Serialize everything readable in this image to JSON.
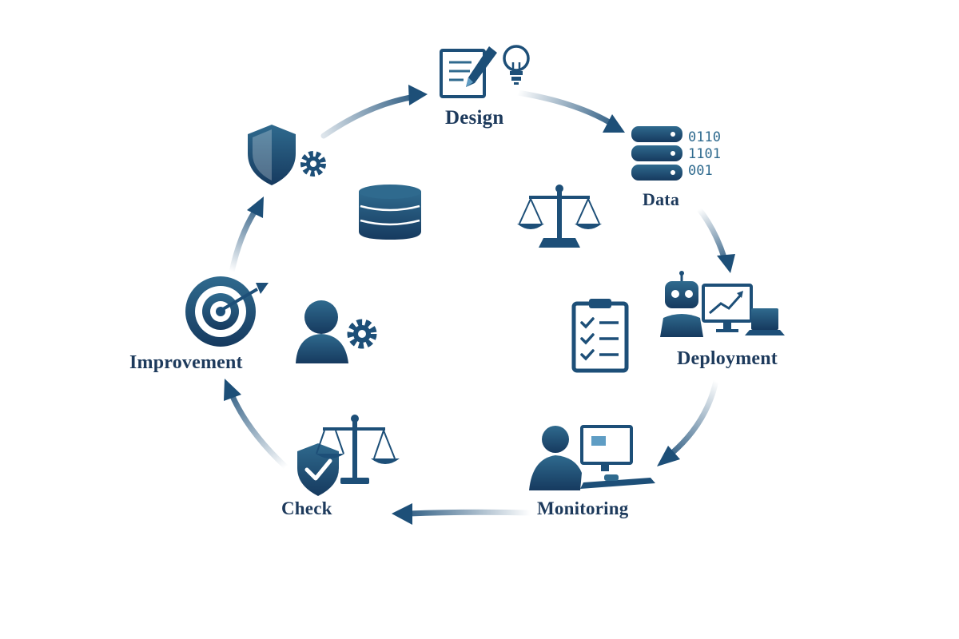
{
  "stages": {
    "design": "Design",
    "data": "Data",
    "deployment": "Deployment",
    "monitoring": "Monitoring",
    "check": "Check",
    "improvement": "Improvement"
  },
  "data_binary": [
    "0110",
    "1101",
    "001"
  ],
  "colors": {
    "primary": "#1d4f78",
    "dark": "#163a5f",
    "accent": "#2f6a8e",
    "light": "#5f9dc4"
  },
  "icons": {
    "design": [
      "document-pencil-icon",
      "lightbulb-icon"
    ],
    "data": [
      "database-server-icon"
    ],
    "deployment": [
      "robot-icon",
      "monitor-chart-icon",
      "laptop-icon"
    ],
    "monitoring": [
      "person-at-computer-icon"
    ],
    "check": [
      "shield-check-icon",
      "balance-scale-icon"
    ],
    "improvement": [
      "target-arrow-icon"
    ],
    "center": [
      "database-icon",
      "scales-icon",
      "user-gear-icon",
      "clipboard-checklist-icon",
      "shield-gear-icon"
    ]
  }
}
